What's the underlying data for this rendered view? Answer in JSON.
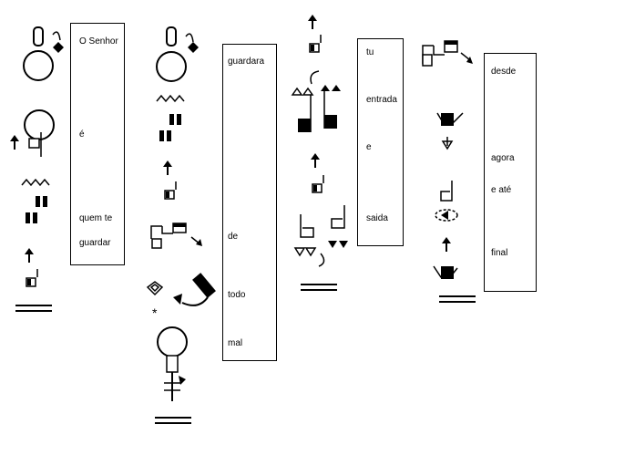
{
  "gloss_columns": [
    {
      "lines": [
        "O Senhor",
        "é",
        "quem te",
        "guardar"
      ]
    },
    {
      "lines": [
        "guardara",
        "de",
        "todo",
        "mal"
      ]
    },
    {
      "lines": [
        "tu",
        "entrada",
        "e",
        "saida"
      ]
    },
    {
      "lines": [
        "desde",
        "agora",
        "e até",
        "final"
      ]
    }
  ]
}
